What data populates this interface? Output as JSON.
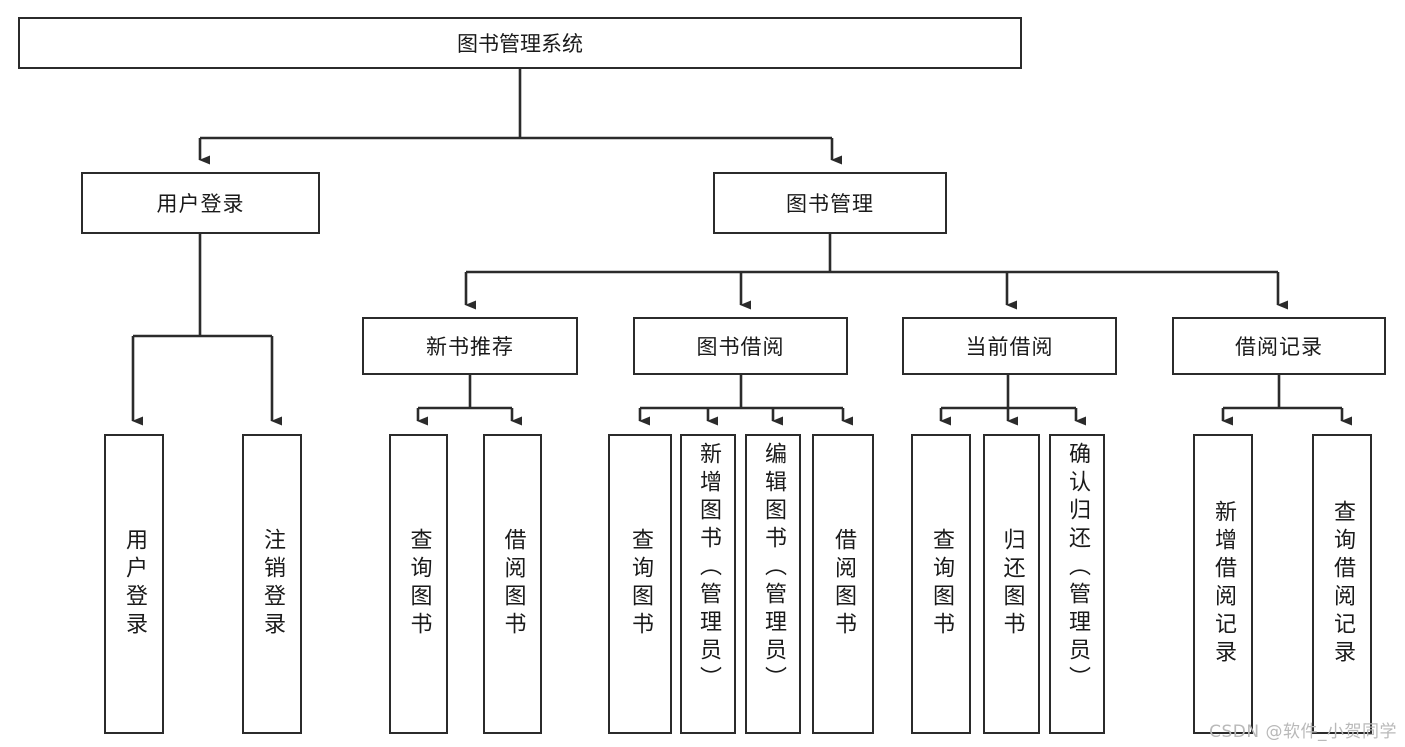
{
  "diagram": {
    "title": "图书管理系统",
    "root": {
      "label": "图书管理系统"
    },
    "level1": [
      {
        "label": "用户登录"
      },
      {
        "label": "图书管理"
      }
    ],
    "level2": [
      {
        "label": "新书推荐"
      },
      {
        "label": "图书借阅"
      },
      {
        "label": "当前借阅"
      },
      {
        "label": "借阅记录"
      }
    ],
    "leaves": {
      "user_login": [
        {
          "label": "用户登录"
        },
        {
          "label": "注销登录"
        }
      ],
      "new_book": [
        {
          "label": "查询图书"
        },
        {
          "label": "借阅图书"
        }
      ],
      "book_borrow": [
        {
          "label": "查询图书"
        },
        {
          "label": "新增图书（管理员）"
        },
        {
          "label": "编辑图书（管理员）"
        },
        {
          "label": "借阅图书"
        }
      ],
      "current_borrow": [
        {
          "label": "查询图书"
        },
        {
          "label": "归还图书"
        },
        {
          "label": "确认归还（管理员）"
        }
      ],
      "borrow_record": [
        {
          "label": "新增借阅记录"
        },
        {
          "label": "查询借阅记录"
        }
      ]
    }
  },
  "watermark": {
    "text": "CSDN @软件_小贺同学"
  },
  "colors": {
    "stroke": "#2b2b2b",
    "fill": "#ffffff",
    "text": "#1a1a1a",
    "watermark": "#b9b9b9"
  }
}
